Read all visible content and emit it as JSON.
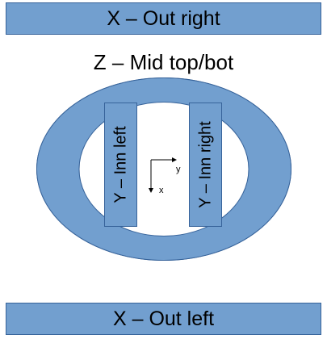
{
  "colors": {
    "fill": "#729fcf",
    "stroke": "#37639a",
    "text": "#000000",
    "background": "#ffffff"
  },
  "bars": {
    "top_label": "X – Out right",
    "bottom_label": "X – Out left"
  },
  "ring": {
    "label": "Z – Mid top/bot"
  },
  "inner": {
    "left_label": "Y – Inn left",
    "right_label": "Y – Inn right"
  },
  "axes": {
    "x_label": "x",
    "y_label": "y"
  }
}
